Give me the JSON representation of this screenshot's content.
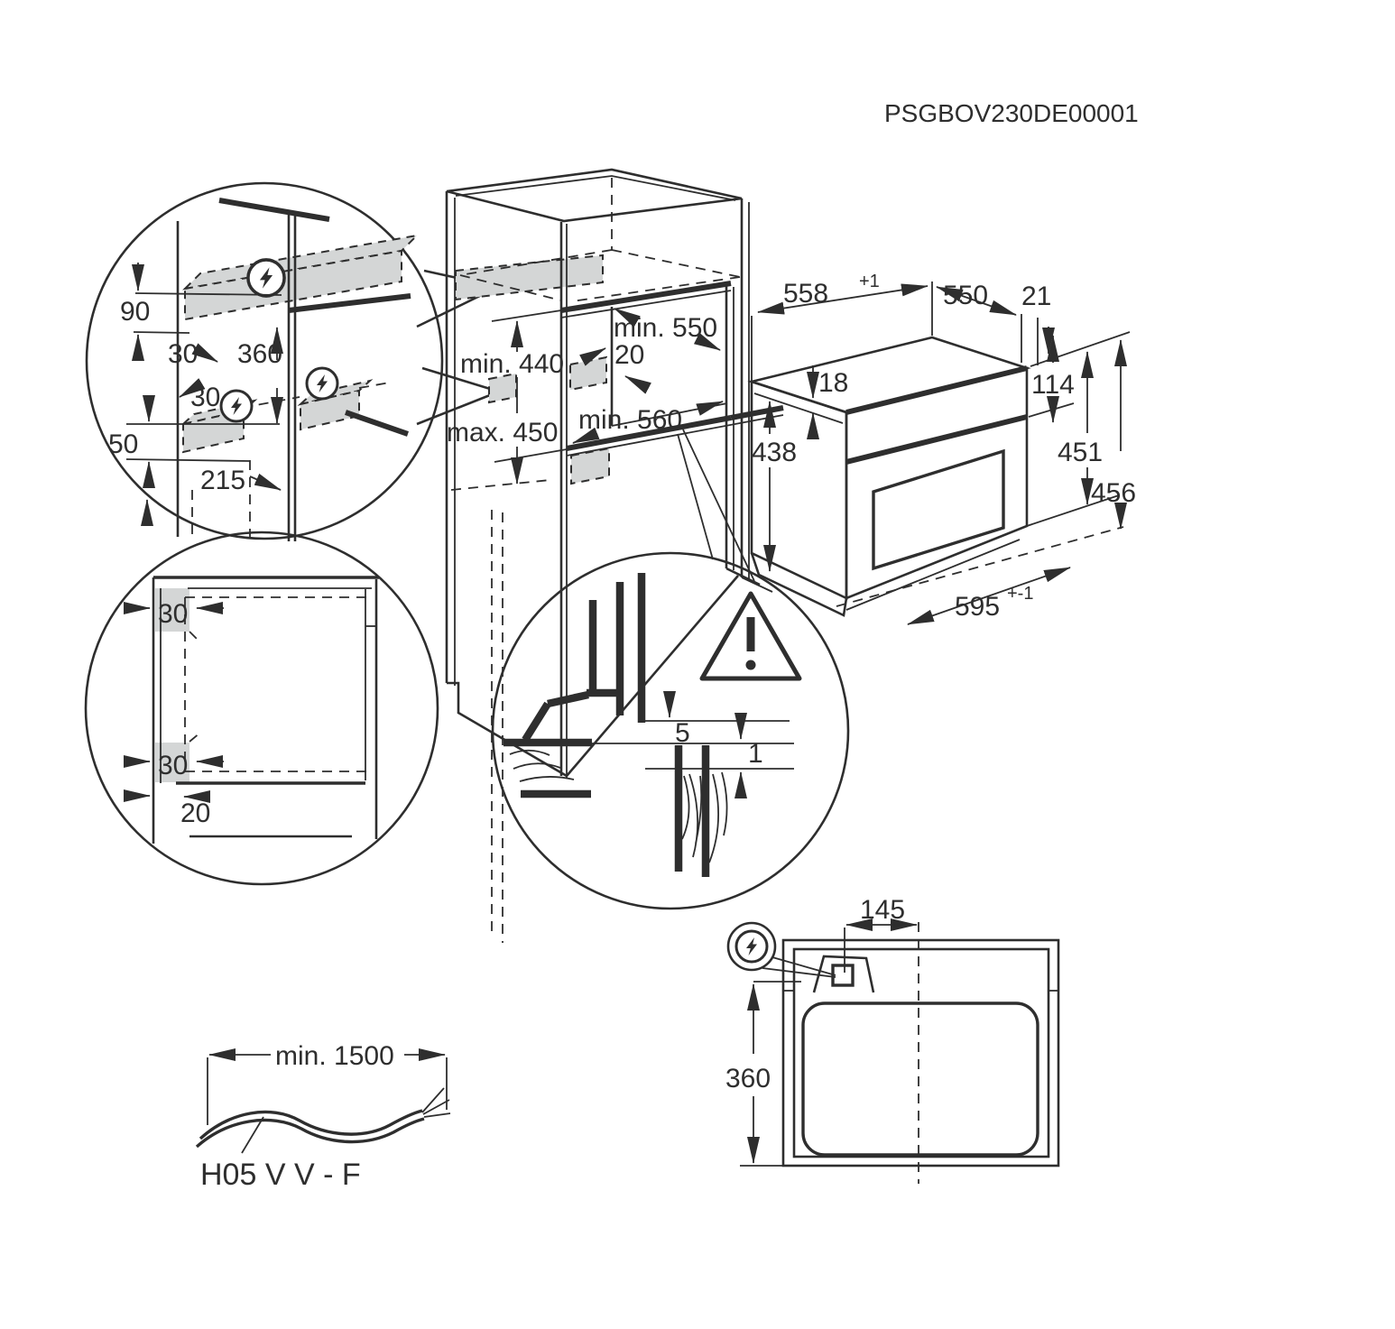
{
  "title": "PSGBOV230DE00001",
  "colors": {
    "line": "#2e2e2e",
    "shade": "#d4d6d6",
    "bg": "#ffffff"
  },
  "wall_connection_detail": {
    "d90": "90",
    "d30_top": "30",
    "d360": "360",
    "d30_mid": "30",
    "d50": "50",
    "d215": "215",
    "electrical_icon": "lightning-in-circle"
  },
  "cabinet_niche": {
    "min550": "min. 550",
    "d20": "20",
    "min440": "min. 440",
    "max450": "max. 450",
    "min560": "min. 560"
  },
  "oven": {
    "w558": "558",
    "w558_sup": "+1",
    "d550": "550",
    "d21": "21",
    "d18": "18",
    "h438": "438",
    "h114": "114",
    "h451": "451",
    "h456": "456",
    "w595": "595",
    "w595_sup": "+-1"
  },
  "plan_view_detail": {
    "d30_top": "30",
    "d30_bottom": "30",
    "d20": "20"
  },
  "gap_detail": {
    "d5": "5",
    "d1": "1",
    "warning_icon": "exclamation-triangle"
  },
  "top_view": {
    "d145": "145",
    "d360": "360",
    "electrical_icon": "lightning-in-circle"
  },
  "cable": {
    "min1500": "min. 1500",
    "type_label": "H05 V V - F"
  }
}
